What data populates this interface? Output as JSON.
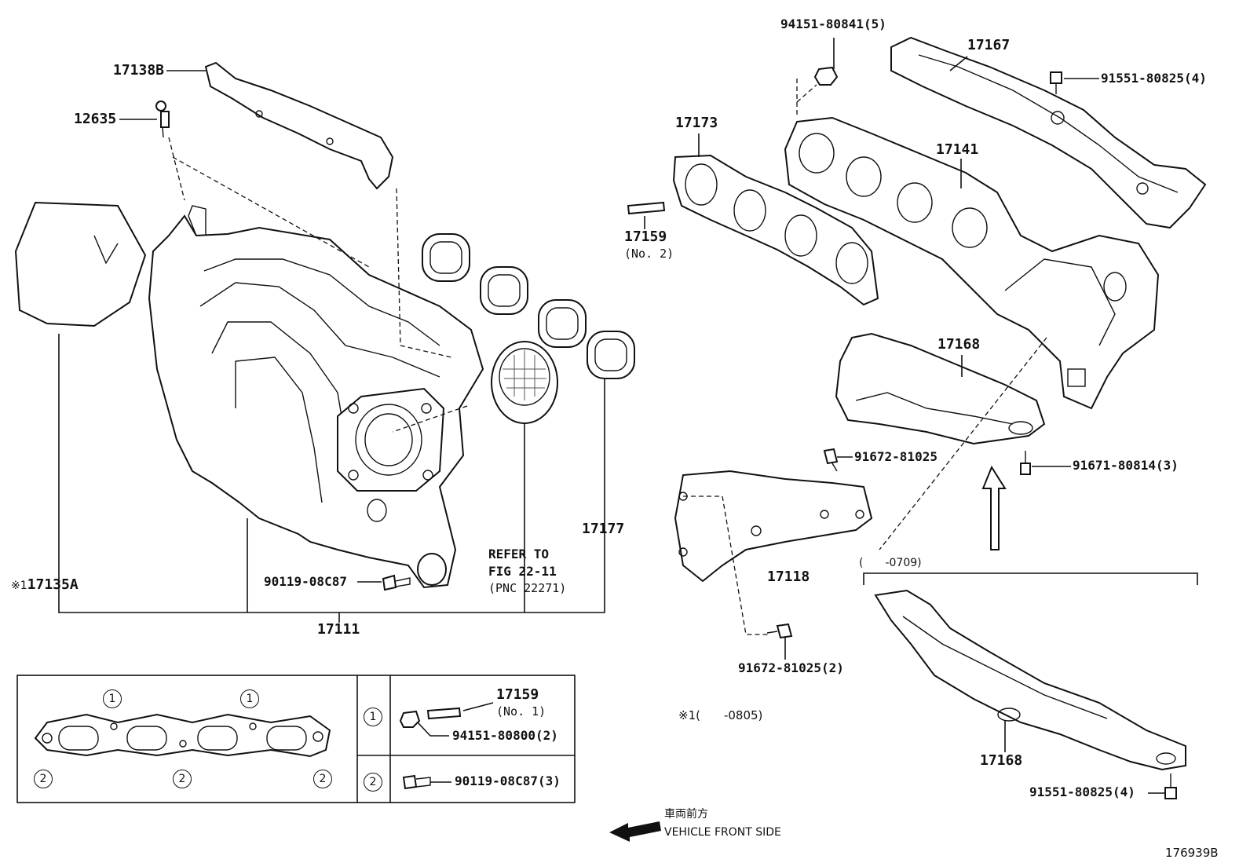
{
  "callouts": {
    "c17138B": "17138B",
    "c12635": "12635",
    "c17135A": "17135A",
    "c17135A_mark": "※1",
    "c90119_08C87": "90119-08C87",
    "c17111": "17111",
    "c17177": "17177",
    "refer_1": "REFER TO",
    "refer_2": "FIG 22-11",
    "refer_3": "(PNC 22271)",
    "c94151_80841": "94151-80841(5)",
    "c17167": "17167",
    "c91551_80825_top": "91551-80825(4)",
    "c17173": "17173",
    "c17141": "17141",
    "c17159_top": "17159",
    "c17159_top_sub": "(No. 2)",
    "c17168_top": "17168",
    "c91672_81025": "91672-81025",
    "c91671_80814": "91671-80814(3)",
    "c17118": "17118",
    "c0709": "(　　-0709)",
    "c91672_81025_2": "91672-81025(2)",
    "c0805": "※1(　　-0805)",
    "c17168_bottom": "17168",
    "c91551_80825_bottom": "91551-80825(4)"
  },
  "legend": {
    "marker_1": "1",
    "marker_2": "2",
    "row1_part": "17159",
    "row1_part_sub": "(No. 1)",
    "row1_nut": "94151-80800(2)",
    "row2_bolt": "90119-08C87(3)"
  },
  "footer": {
    "front_jp": "車両前方",
    "front_en": "VEHICLE FRONT SIDE",
    "illustration_no": "176939B"
  }
}
